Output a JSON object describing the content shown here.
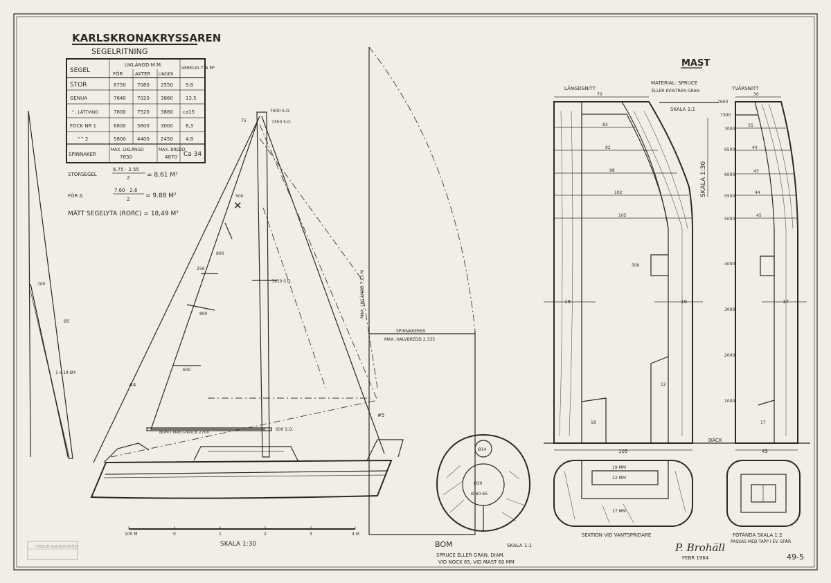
{
  "title": "KARLSKRONAKRYSSAREN",
  "subtitle": "SEGELRITNING",
  "sail_table": {
    "header_segel": "SEGEL",
    "header_liklangd": "LIKLÄNGD M.M.",
    "header_for": "FÖR",
    "header_akter": "AKTER",
    "header_under": "UNDER",
    "header_yta": "VERKLIG YTA M²",
    "rows": [
      {
        "segel": "STOR",
        "for": "6750",
        "akter": "7080",
        "under": "2550",
        "yta": "9.8"
      },
      {
        "segel": "GENUA",
        "for": "7640",
        "akter": "7020",
        "under": "3860",
        "yta": "13,5"
      },
      {
        "segel": "\" , LÄTTVIND",
        "for": "7800",
        "akter": "7520",
        "under": "3880",
        "yta": "ca15"
      },
      {
        "segel": "FOCK NR 1",
        "for": "6800",
        "akter": "5600",
        "under": "3000",
        "yta": "8,3"
      },
      {
        "segel": "\"   \" 2",
        "for": "5800",
        "akter": "4400",
        "under": "2450",
        "yta": "4.8"
      }
    ],
    "spinnaker": {
      "segel": "SPINNAKER",
      "liklangd_label": "MAX. LIKLÄNGD",
      "liklangd": "7630",
      "bredd_label": "MAX. BREDD",
      "bredd": "4870",
      "yta": "Ca 34"
    }
  },
  "formulas": {
    "storsegel_label": "STORSEGEL",
    "storsegel_num": "6.75 · 2.55",
    "storsegel_den": "2",
    "storsegel_result": "= 8,61 M²",
    "for_label": "FÖR Δ",
    "for_num": "7.60 · 2.6",
    "for_den": "2",
    "for_result": "= 9.88 M²",
    "matt": "MÄTT SEGELYTA (RORC) = 18,49 M²"
  },
  "sail_plan": {
    "top1": "7600 S.O.",
    "top2": "7350 S.O.",
    "n75": "75",
    "mid": "3950 S.O.",
    "boom": "BOM I MAST-NOCK 2700",
    "low": "600 S.O.",
    "b250": "250",
    "b800a": "800",
    "b800b": "800",
    "b600": "600",
    "n500": "500",
    "w4": "#4",
    "w5": "#5",
    "side700": "700",
    "side5": "Ø5",
    "side_wire": "1 x 19 Ø4"
  },
  "scale_bar": {
    "ticks": [
      "100 M",
      "0",
      "1",
      "2",
      "3",
      "4 M"
    ],
    "label": "SKALA 1:30"
  },
  "spinnaker_drawing": {
    "liklangd": "MAX. LIKLÄNGD 7.63 M",
    "halvbredd_1": "SPINNAKERNS",
    "halvbredd_2": "MAX. HALVBREDD 2.335"
  },
  "boom": {
    "d14": "Ø14",
    "d30": "Ø30",
    "d60": "Ø 60-65",
    "title": "BOM",
    "scale": "SKALA 1:1",
    "desc1": "SPRUCE ELLER GRAN, DIAM.",
    "desc2": "VID NOCK 65, VID MAST 60 MM"
  },
  "mast": {
    "title": "MAST",
    "material1": "MATERIAL: SPRUCE",
    "material2": "ELLER KVISTREN GRAN",
    "scale11": "SKALA 1:1",
    "scale130": "SKALA 1:30",
    "langd_title": "LÄNGDSNITT",
    "tvar_title": "TVÄRSNITT",
    "langd_dims": [
      "70",
      "83",
      "92",
      "98",
      "102",
      "105"
    ],
    "tvar_dims": [
      "30",
      "35",
      "40",
      "43",
      "44",
      "45"
    ],
    "heights": [
      "7600",
      "7300",
      "7000",
      "6500",
      "6000",
      "5500",
      "5000",
      "4000",
      "3000",
      "2000",
      "1000"
    ],
    "wall_left": "19",
    "wall_right": "19",
    "wall_tvar": "17",
    "d500": "500",
    "d12": "12",
    "d18": "18",
    "d17b": "17",
    "dack": "DÄCK",
    "base_langd": "105",
    "base_tvar": "45"
  },
  "section": {
    "d19": "19 MM",
    "d12": "12 MM",
    "d17": "17 MM",
    "title": "SEKTION VID VANTSPRIDARE"
  },
  "fotanda": {
    "title": "FOTÄNDA SKALA 1:2",
    "sub": "PASSAS MED TAPP I EV. SPÅR"
  },
  "signature": "P. Brohäll",
  "date": "FEBR 1964",
  "drawing_number": "49-5",
  "stamp": "SJÖHISTORISKA MUSEET"
}
